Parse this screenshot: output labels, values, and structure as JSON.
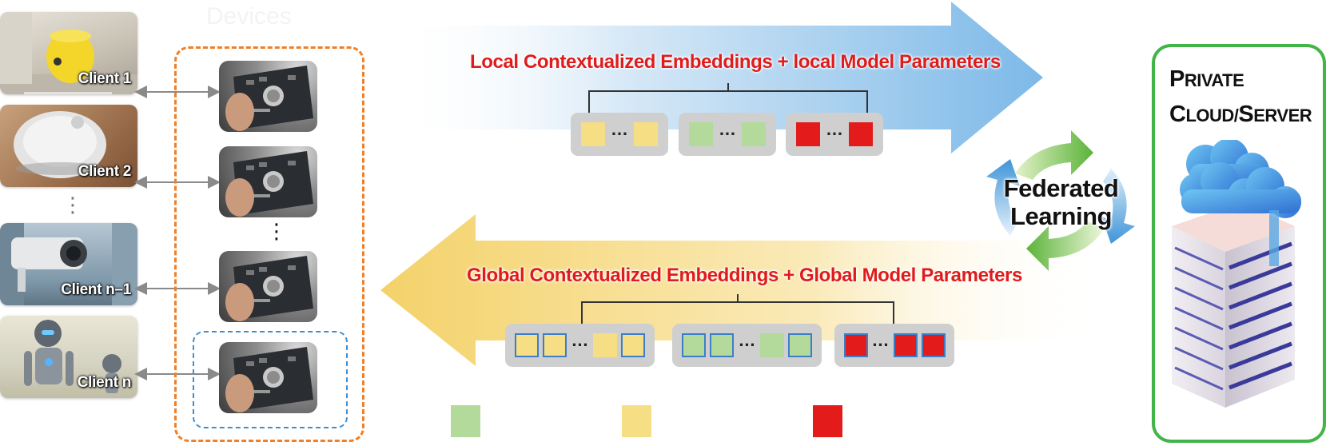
{
  "clients": [
    "Client 1",
    "Client 2",
    "Client n–1",
    "Client n"
  ],
  "device_box_title": "Devices",
  "top_arrow": {
    "label": "Local Contextualized Embeddings + local Model Parameters",
    "ghost": ""
  },
  "bottom_arrow": {
    "label": "Global Contextualized Embeddings + Global Model Parameters"
  },
  "federated": {
    "line1": "Federated",
    "line2": "Learning"
  },
  "server": {
    "line1_cap": "P",
    "line1_rest": "RIVATE",
    "line2_cap": "C",
    "line2_rest": "LOUD/",
    "line2_cap2": "S",
    "line2_rest2": "ERVER"
  },
  "colors": {
    "green": "#b3d99b",
    "yellow": "#f6de85",
    "red": "#e31b1b",
    "blue_arrow": "#8ec2ea",
    "yellow_arrow": "#f7dc84",
    "orange_dash": "#f07f25",
    "blue_dash": "#3e8ecf",
    "server_border": "#43b548"
  },
  "legend": [
    {
      "color": "#b3d99b",
      "label": ""
    },
    {
      "color": "#f6de85",
      "label": ""
    },
    {
      "color": "#e31b1b",
      "label": ""
    }
  ],
  "ellipsis": "…",
  "vertical_ellipsis": "⋮"
}
